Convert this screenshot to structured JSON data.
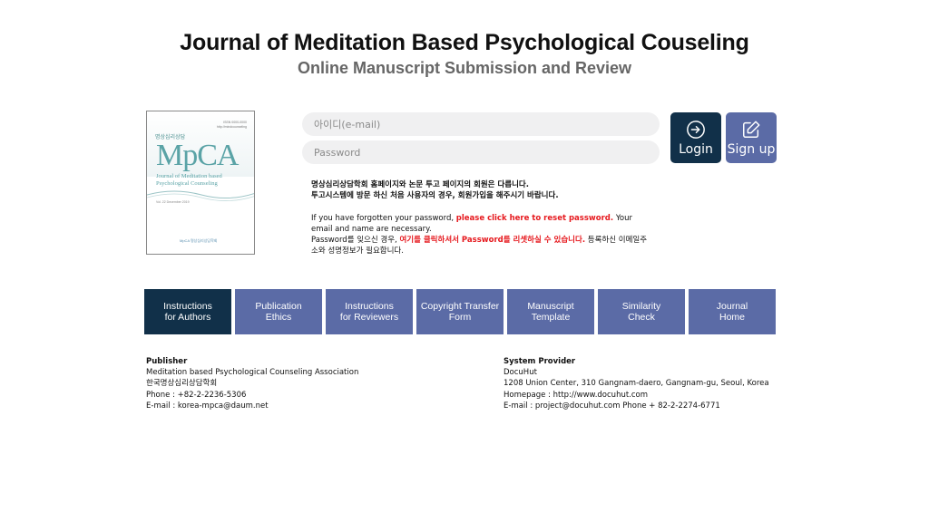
{
  "header": {
    "title": "Journal of Meditation Based Psychological Couseling",
    "subtitle": "Online Manuscript Submission and Review"
  },
  "cover": {
    "korean_title": "명상심리상담",
    "corner_text_1": "ISSN 0000-0000",
    "corner_text_2": "http://mindcounseling",
    "logo_text": "MpCA",
    "journal_line_1": "Journal of Meditation based",
    "journal_line_2": "Psychological Counseling",
    "volume": "Vol. 22 December 2019",
    "publisher_small": "MpCA 명상심리상담학회"
  },
  "login": {
    "email_placeholder": "아이디(e-mail)",
    "password_placeholder": "Password",
    "login_label": "Login",
    "signup_label": "Sign up"
  },
  "notice": {
    "line1": "명상심리상담학회 홈페이지와 논문 투고 페이지의 회원은 다릅니다.",
    "line2": "투고시스템에 방문 하신 처음 사용자의 경우, 회원가입을 해주시기 바랍니다.",
    "en_prefix": "If you have forgotten your password, ",
    "en_link": "please click here to reset password.",
    "en_suffix": " Your email and name are necessary.",
    "ko_prefix": "Password를 잊으신 경우, ",
    "ko_link": "여기를 클릭하셔서 Password를 리셋하실 수 있습니다.",
    "ko_suffix": " 등록하신 이메일주소와 성명정보가 필요합니다."
  },
  "nav": {
    "items": [
      {
        "line1": "Instructions",
        "line2": "for Authors"
      },
      {
        "line1": "Publication",
        "line2": "Ethics"
      },
      {
        "line1": "Instructions",
        "line2": "for Reviewers"
      },
      {
        "line1": "Copyright Transfer",
        "line2": "Form"
      },
      {
        "line1": "Manuscript",
        "line2": "Template"
      },
      {
        "line1": "Similarity",
        "line2": "Check"
      },
      {
        "line1": "Journal",
        "line2": "Home"
      }
    ]
  },
  "footer": {
    "publisher": {
      "head": "Publisher",
      "name": "Meditation based Psychological Counseling Association",
      "korean": "한국명상심리상담학회",
      "phone": "Phone : +82-2-2236-5306",
      "email": "E-mail : korea-mpca@daum.net"
    },
    "provider": {
      "head": "System Provider",
      "name": "DocuHut",
      "address": "1208 Union Center, 310 Gangnam-daero, Gangnam-gu, Seoul, Korea",
      "homepage": "Homepage : http://www.docuhut.com",
      "email": "E-mail : project@docuhut.com  Phone + 82-2-2274-6771"
    }
  },
  "colors": {
    "dark_navy": "#113049",
    "nav_blue": "#5b6ba6",
    "link_red": "#e6191e",
    "cover_teal": "#5aa3a6"
  }
}
